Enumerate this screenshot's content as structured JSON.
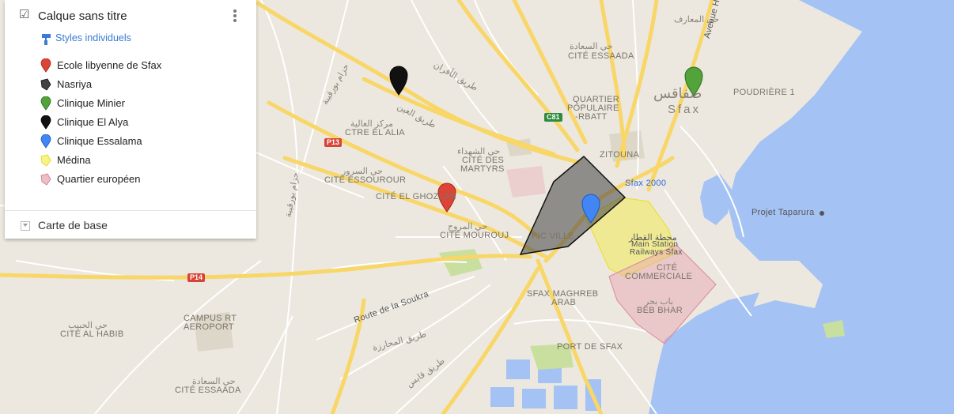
{
  "panel": {
    "layer_title": "Calque sans titre",
    "styles_link": "Styles individuels",
    "items": [
      {
        "label": "Ecole libyenne de Sfax",
        "icon": "red-pin-icon",
        "color": "#db4437"
      },
      {
        "label": "Nasriya",
        "icon": "polygon-icon",
        "color": "#424242"
      },
      {
        "label": "Clinique Minier",
        "icon": "green-pin-icon",
        "color": "#52a33a"
      },
      {
        "label": "Clinique El Alya",
        "icon": "black-pin-icon",
        "color": "#111111"
      },
      {
        "label": "Clinique Essalama",
        "icon": "blue-pin-icon",
        "color": "#4285f4"
      },
      {
        "label": "Médina",
        "icon": "yellow-polygon-icon",
        "color": "#f4eb37"
      },
      {
        "label": "Quartier européen",
        "icon": "pink-polygon-icon",
        "color": "#e8a1b0"
      }
    ],
    "base_map": "Carte de base"
  },
  "map": {
    "labels": {
      "cite_essaada_ne": "CITÉ ESSAADA",
      "quartier_populaire": "QUARTIER",
      "quartier_populaire_2": "POPULAIRE",
      "quartier_populaire_3": "-RBATT",
      "sfax": "Sfax",
      "sfax_ar": "صفاقس",
      "poudriere": "POUDRIÈRE 1",
      "zitouna": "ZITOUNA",
      "sfax2000": "Sfax 2000",
      "projet_taparura": "Projet Taparura",
      "ctre_el_alia": "CTRE EL ALIA",
      "cite_des_martyrs": "CITÉ DES",
      "cite_des_martyrs_2": "MARTYRS",
      "cite_essourour": "CITÉ ESSOUROUR",
      "cite_el_ghozlan": "CITÉ EL GHOZLAN",
      "cite_mourouj": "CITÉ MOUROUJ",
      "pic_ville": "PIC VILLE",
      "main_station": "Main Station",
      "railways_sfax": "Railways Sfax",
      "station_ar": "محطة القطار",
      "cite_commerciale": "CITÉ",
      "cite_commerciale_2": "COMMERCIALE",
      "beb_bhar": "BEB BHAR",
      "sfax_maghreb": "SFAX MAGHREB",
      "sfax_maghreb_2": "ARAB",
      "campus": "CAMPUS RT",
      "campus_2": "AEROPORT",
      "cite_al_habib": "CITÉ AL HABIB",
      "cite_essaada_sw": "CITÉ ESSAADA",
      "port_de_sfax": "PORT DE SFAX",
      "route_soukra": "Route de la Soukra",
      "avenue": "Avenue H",
      "road_p13": "P13",
      "road_p14": "P14",
      "road_c81": "C81",
      "ar_tariq_afran": "طريق الأفران",
      "ar_tariq_ain": "طريق العين",
      "ar_tariq_mharza": "طريق المحارزة",
      "ar_tariq_fes": "طريق قابس",
      "ar_hizam": "حزام بورقيبة",
      "ar_markaz_alia": "مركز العالية",
      "ar_hay_shuhada": "حي الشهداء",
      "ar_hay_sourour": "حي السرور",
      "ar_hay_mourouj": "حي المروج",
      "ar_hay_saada": "حي السعادة",
      "ar_hay_habib": "حي الحبيب",
      "ar_hay_maarif": "حي المعارف",
      "ar_bab_bhar": "باب بحر"
    },
    "colors": {
      "land": "#ece8df",
      "water": "#a4c2f4",
      "major_road": "#f8d668",
      "minor_road": "#ffffff",
      "park": "#c8df9f"
    }
  }
}
